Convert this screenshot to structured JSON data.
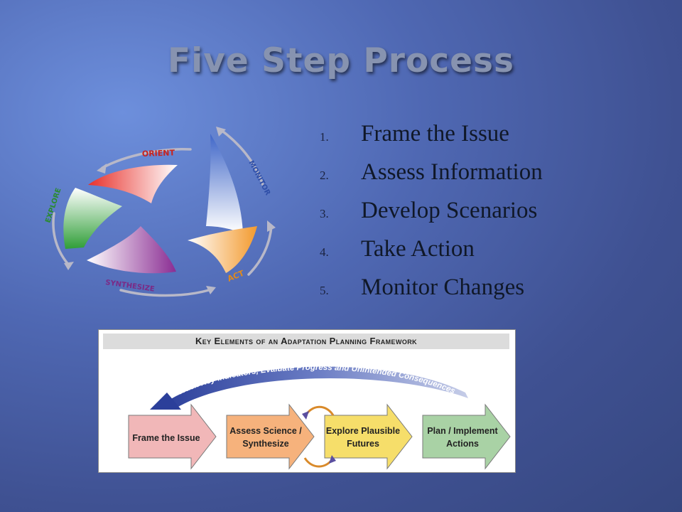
{
  "slide": {
    "title": "Five Step Process",
    "steps": [
      {
        "num": "1.",
        "text": "Frame the Issue"
      },
      {
        "num": "2.",
        "text": "Assess Information"
      },
      {
        "num": "3.",
        "text": "Develop Scenarios"
      },
      {
        "num": "4.",
        "text": "Take Action"
      },
      {
        "num": "5.",
        "text": "Monitor Changes"
      }
    ]
  },
  "cycle": {
    "labels": {
      "orient": "ORIENT",
      "monitor": "MONITOR",
      "act": "ACT",
      "synthesize": "SYNTHESIZE",
      "explore": "EXPLORE"
    },
    "colors": {
      "orient": "#e8302a",
      "monitor": "#3f66c8",
      "act": "#f39a2e",
      "synthesize": "#8a2d93",
      "explore": "#2f9e37"
    }
  },
  "framework": {
    "header": "Key Elements of an Adaptation Planning Framework",
    "feedback": "Track Key Indicators, Evaluate Progress and Unintended Consequences",
    "arrows": [
      {
        "line1": "Frame the Issue",
        "line2": "",
        "color": "#f1b7b8"
      },
      {
        "line1": "Assess Science /",
        "line2": "Synthesize",
        "color": "#f6b27c"
      },
      {
        "line1": "Explore Plausible",
        "line2": "Futures",
        "color": "#f6de6a"
      },
      {
        "line1": "Plan / Implement",
        "line2": "Actions",
        "color": "#a9d2a5"
      }
    ]
  }
}
